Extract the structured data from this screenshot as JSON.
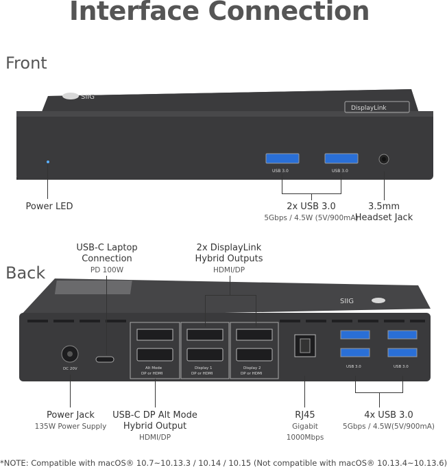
{
  "title": "Interface Connection",
  "front": {
    "heading": "Front",
    "brand": "SIIG",
    "badge": "DisplayLink",
    "port_label_1": "USB 3.0",
    "port_label_2": "USB 3.0",
    "power_led": "Power LED",
    "usb": {
      "title": "2x USB 3.0",
      "spec": "5Gbps / 4.5W (5V/900mA)"
    },
    "headset": {
      "line1": "3.5mm",
      "line2": "Headset Jack"
    }
  },
  "back": {
    "heading": "Back",
    "brand": "SIIG",
    "usbc_laptop": {
      "line1": "USB-C Laptop",
      "line2": "Connection",
      "spec": "PD 100W"
    },
    "displaylink": {
      "line1": "2x DisplayLink",
      "line2": "Hybrid Outputs",
      "spec": "HDMI/DP"
    },
    "port_dc": "DC 20V",
    "port_alt_1": "Alt Mode",
    "port_alt_2": "DP or HDMI",
    "port_d1_1": "Display 1",
    "port_d1_2": "DP or HDMI",
    "port_d2_1": "Display 2",
    "port_d2_2": "DP or HDMI",
    "port_usb_1": "USB 3.0",
    "port_usb_2": "USB 3.0",
    "power_jack": {
      "title": "Power Jack",
      "spec": "135W Power Supply"
    },
    "altmode": {
      "line1": "USB-C DP Alt Mode",
      "line2": "Hybrid Output",
      "spec": "HDMI/DP"
    },
    "rj45": {
      "title": "RJ45",
      "spec": "Gigabit 1000Mbps"
    },
    "usb": {
      "title": "4x USB 3.0",
      "spec": "5Gbps / 4.5W(5V/900mA)"
    }
  },
  "footnote": "*NOTE: Compatible with macOS® 10.7~10.13.3 / 10.14 / 10.15 (Not compatible with macOS® 10.13.4~10.13.6)"
}
